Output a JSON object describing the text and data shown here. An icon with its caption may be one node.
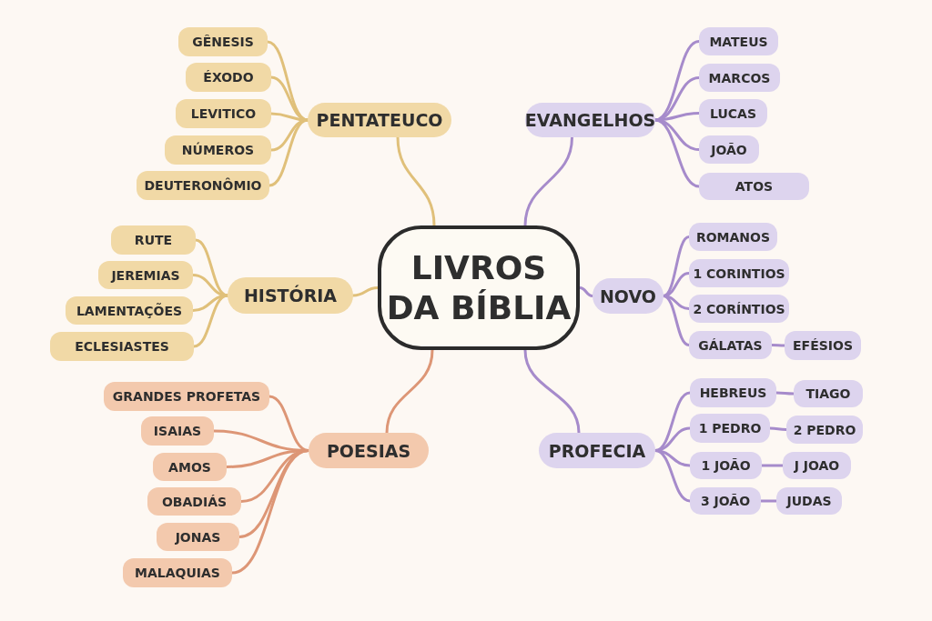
{
  "diagram": {
    "nodes": [
      {
        "text": [
          "LIVROS DA BÍBLIA"
        ]
      },
      {
        "text": [
          "PENTATEUCO"
        ]
      },
      {
        "text": [
          "GÊNESIS"
        ]
      },
      {
        "text": [
          "ÉXODO"
        ]
      },
      {
        "text": [
          "LEVITICO"
        ]
      },
      {
        "text": [
          "NÚMEROS"
        ]
      },
      {
        "text": [
          "DEUTERONÔMIO"
        ]
      },
      {
        "text": [
          "HISTÓRIA"
        ]
      },
      {
        "text": [
          "RUTE"
        ]
      },
      {
        "text": [
          "JEREMIAS"
        ]
      },
      {
        "text": [
          "LAMENTAÇÕES"
        ]
      },
      {
        "text": [
          "ECLESIASTES"
        ]
      },
      {
        "text": [
          "POESIAS"
        ]
      },
      {
        "text": [
          "GRANDES PROFETAS"
        ]
      },
      {
        "text": [
          "ISAIAS"
        ]
      },
      {
        "text": [
          "AMOS"
        ]
      },
      {
        "text": [
          "OBADIÁS"
        ]
      },
      {
        "text": [
          "JONAS"
        ]
      },
      {
        "text": [
          "MALAQUIAS"
        ]
      },
      {
        "text": [
          "EVANGELHOS"
        ]
      },
      {
        "text": [
          "MATEUS"
        ]
      },
      {
        "text": [
          "MARCOS"
        ]
      },
      {
        "text": [
          "LUCAS"
        ]
      },
      {
        "text": [
          "JOÃO"
        ]
      },
      {
        "text": [
          "ATOS"
        ]
      },
      {
        "text": [
          "NOVO"
        ]
      },
      {
        "text": [
          "ROMANOS"
        ]
      },
      {
        "text": [
          "1 CORINTIOS"
        ]
      },
      {
        "text": [
          "2 CORÍNTIOS"
        ]
      },
      {
        "text": [
          "GÁLATAS"
        ]
      },
      {
        "text": [
          "EFÉSIOS"
        ]
      },
      {
        "text": [
          "PROFECIA"
        ]
      },
      {
        "text": [
          "HEBREUS"
        ]
      },
      {
        "text": [
          "TIAGO"
        ]
      },
      {
        "text": [
          "1 PEDRO"
        ]
      },
      {
        "text": [
          "2 PEDRO"
        ]
      },
      {
        "text": [
          "1 JOÃO"
        ]
      },
      {
        "text": [
          "J JOAO"
        ]
      },
      {
        "text": [
          "3 JOÃO"
        ]
      },
      {
        "text": [
          "JUDAS"
        ]
      }
    ],
    "edges": [
      {
        "from": 0,
        "to": 1,
        "arrow": "none",
        "color": "#e0c07a"
      },
      {
        "from": 1,
        "to": 2,
        "arrow": "none",
        "color": "#e0c07a"
      },
      {
        "from": 1,
        "to": 3,
        "arrow": "none",
        "color": "#e0c07a"
      },
      {
        "from": 1,
        "to": 4,
        "arrow": "none",
        "color": "#e0c07a"
      },
      {
        "from": 1,
        "to": 5,
        "arrow": "none",
        "color": "#e0c07a"
      },
      {
        "from": 1,
        "to": 6,
        "arrow": "none",
        "color": "#e0c07a"
      },
      {
        "from": 0,
        "to": 7,
        "arrow": "none",
        "color": "#e0c07a"
      },
      {
        "from": 7,
        "to": 8,
        "arrow": "none",
        "color": "#e0c07a"
      },
      {
        "from": 7,
        "to": 9,
        "arrow": "none",
        "color": "#e0c07a"
      },
      {
        "from": 7,
        "to": 10,
        "arrow": "none",
        "color": "#e0c07a"
      },
      {
        "from": 7,
        "to": 11,
        "arrow": "none",
        "color": "#e0c07a"
      },
      {
        "from": 0,
        "to": 12,
        "arrow": "none",
        "color": "#dd9676"
      },
      {
        "from": 12,
        "to": 13,
        "arrow": "none",
        "color": "#dd9676"
      },
      {
        "from": 12,
        "to": 14,
        "arrow": "none",
        "color": "#dd9676"
      },
      {
        "from": 12,
        "to": 15,
        "arrow": "none",
        "color": "#dd9676"
      },
      {
        "from": 12,
        "to": 16,
        "arrow": "none",
        "color": "#dd9676"
      },
      {
        "from": 12,
        "to": 17,
        "arrow": "none",
        "color": "#dd9676"
      },
      {
        "from": 12,
        "to": 18,
        "arrow": "none",
        "color": "#dd9676"
      },
      {
        "from": 0,
        "to": 19,
        "arrow": "none"
      },
      {
        "from": 19,
        "to": 20,
        "arrow": "none"
      },
      {
        "from": 19,
        "to": 21,
        "arrow": "none"
      },
      {
        "from": 19,
        "to": 22,
        "arrow": "none"
      },
      {
        "from": 19,
        "to": 23,
        "arrow": "none"
      },
      {
        "from": 19,
        "to": 24,
        "arrow": "none"
      },
      {
        "from": 0,
        "to": 25,
        "arrow": "none"
      },
      {
        "from": 25,
        "to": 26,
        "arrow": "none"
      },
      {
        "from": 25,
        "to": 27,
        "arrow": "none"
      },
      {
        "from": 25,
        "to": 28,
        "arrow": "none"
      },
      {
        "from": 25,
        "to": 29,
        "arrow": "none"
      },
      {
        "from": 29,
        "to": 30,
        "arrow": "none"
      },
      {
        "from": 0,
        "to": 31,
        "arrow": "none"
      },
      {
        "from": 31,
        "to": 32,
        "arrow": "none"
      },
      {
        "from": 32,
        "to": 33,
        "arrow": "none"
      },
      {
        "from": 31,
        "to": 34,
        "arrow": "none"
      },
      {
        "from": 34,
        "to": 35,
        "arrow": "none"
      },
      {
        "from": 31,
        "to": 36,
        "arrow": "none"
      },
      {
        "from": 36,
        "to": 37,
        "arrow": "none"
      },
      {
        "from": 31,
        "to": 38,
        "arrow": "none"
      },
      {
        "from": 38,
        "to": 39,
        "arrow": "none"
      }
    ]
  }
}
